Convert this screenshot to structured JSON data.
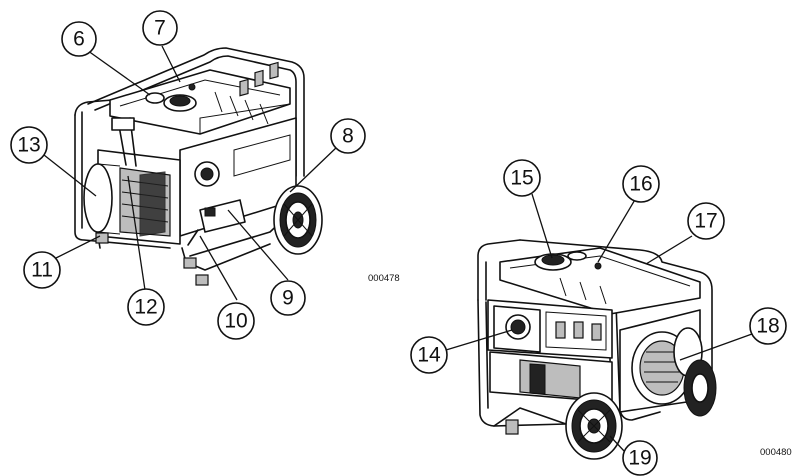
{
  "callouts_left": [
    {
      "num": "6"
    },
    {
      "num": "7"
    },
    {
      "num": "8"
    },
    {
      "num": "9"
    },
    {
      "num": "10"
    },
    {
      "num": "11"
    },
    {
      "num": "12"
    },
    {
      "num": "13"
    }
  ],
  "callouts_right": [
    {
      "num": "14"
    },
    {
      "num": "15"
    },
    {
      "num": "16"
    },
    {
      "num": "17"
    },
    {
      "num": "18"
    },
    {
      "num": "19"
    }
  ],
  "figure_codes": {
    "left": "000478",
    "right": "000480"
  }
}
